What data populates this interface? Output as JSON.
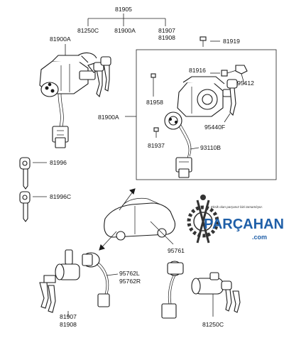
{
  "labels": {
    "top_group": "81905",
    "sub_81250c": "81250C",
    "sub_81900a": "81900A",
    "sub_81907": "81907",
    "sub_81908": "81908",
    "left_81900a": "81900A",
    "p81919": "81919",
    "p81916": "81916",
    "p95412": "95412",
    "p81958": "81958",
    "mid_81900a": "81900A",
    "p95440f": "95440F",
    "p81937": "81937",
    "p93110b": "93110B",
    "p81996": "81996",
    "p81996c": "81996C",
    "p95761": "95761",
    "p95762l": "95762L",
    "p95762r": "95762R",
    "bottom_81907": "81907",
    "bottom_81908": "81908",
    "bottom_81250c": "81250C"
  },
  "watermark": {
    "tagline": "Eksik olan parçanız bizi tamamlıyor.",
    "brand": "PARÇAHANI",
    "domain": ".com",
    "accent_color": "#1f5fa8",
    "icon": "gear-wrench-logo"
  }
}
